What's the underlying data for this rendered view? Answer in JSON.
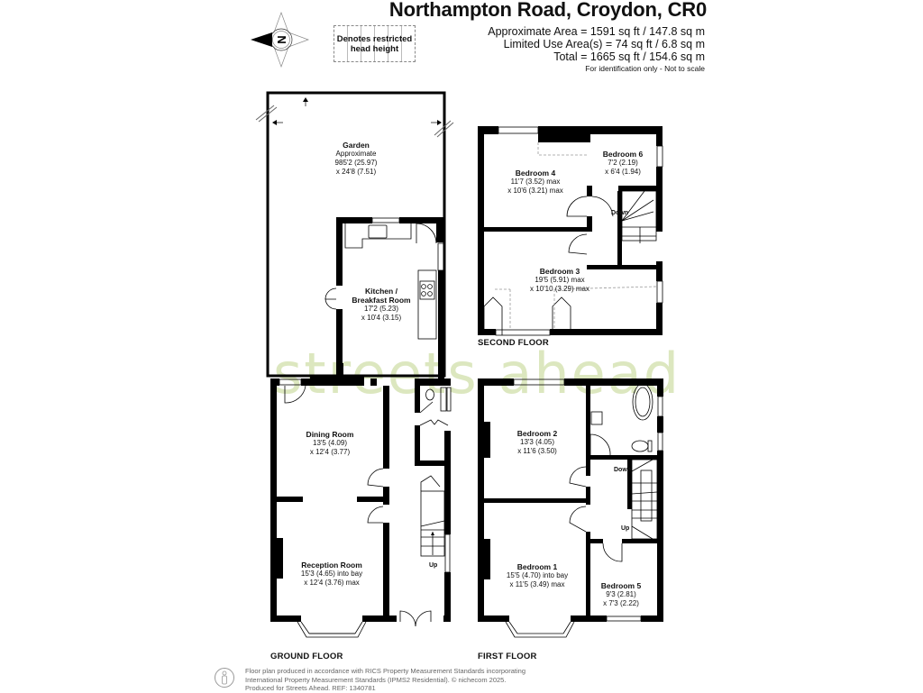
{
  "header": {
    "title": "Northampton Road, Croydon, CR0",
    "approximate_area": "Approximate Area = 1591 sq ft / 147.8 sq m",
    "limited_use_area": "Limited Use Area(s) = 74 sq ft / 6.8 sq m",
    "total": "Total = 1665 sq ft / 154.6 sq m",
    "note": "For identification only - Not to scale"
  },
  "compass": {
    "icon": "compass-north-icon",
    "letter": "N"
  },
  "legend": {
    "text_line1": "Denotes restricted",
    "text_line2": "head height"
  },
  "watermark": "streets ahead",
  "floors": {
    "ground": {
      "label": "GROUND FLOOR",
      "rooms": [
        {
          "name": "Garden",
          "dim1": "Approximate",
          "dim2": "985'2 (25.97)",
          "dim3": "x 24'8 (7.51)"
        },
        {
          "name": "Kitchen /",
          "dim1": "Breakfast Room",
          "dim2": "17'2 (5.23)",
          "dim3": "x 10'4 (3.15)"
        },
        {
          "name": "Dining Room",
          "dim1": "13'5 (4.09)",
          "dim2": "x 12'4 (3.77)"
        },
        {
          "name": "Reception Room",
          "dim1": "15'3 (4.65) into bay",
          "dim2": "x 12'4 (3.76) max"
        }
      ],
      "stairs": "Up"
    },
    "first": {
      "label": "FIRST FLOOR",
      "rooms": [
        {
          "name": "Bedroom 2",
          "dim1": "13'3 (4.05)",
          "dim2": "x 11'6 (3.50)"
        },
        {
          "name": "Bedroom 1",
          "dim1": "15'5 (4.70) into bay",
          "dim2": "x  11'5 (3.49) max"
        },
        {
          "name": "Bedroom 5",
          "dim1": "9'3 (2.81)",
          "dim2": "x 7'3 (2.22)"
        }
      ],
      "stairs_down": "Down",
      "stairs_up": "Up"
    },
    "second": {
      "label": "SECOND FLOOR",
      "rooms": [
        {
          "name": "Bedroom 4",
          "dim1": "11'7 (3.52) max",
          "dim2": "x 10'6 (3.21) max"
        },
        {
          "name": "Bedroom 6",
          "dim1": "7'2 (2.19)",
          "dim2": "x 6'4 (1.94)"
        },
        {
          "name": "Bedroom 3",
          "dim1": "19'5 (5.91) max",
          "dim2": "x 10'10 (3.29) max"
        }
      ],
      "stairs_down": "Down"
    }
  },
  "footer": {
    "line1": "Floor plan produced in accordance with RICS Property Measurement Standards incorporating",
    "line2": "International Property Measurement Standards (IPMS2 Residential).  © nichecom 2025.",
    "line3": "Produced for Streets Ahead.   REF:  1340781"
  },
  "colors": {
    "wall": "#000000",
    "watermark": "#d6e3b5",
    "dashed": "#999999"
  }
}
